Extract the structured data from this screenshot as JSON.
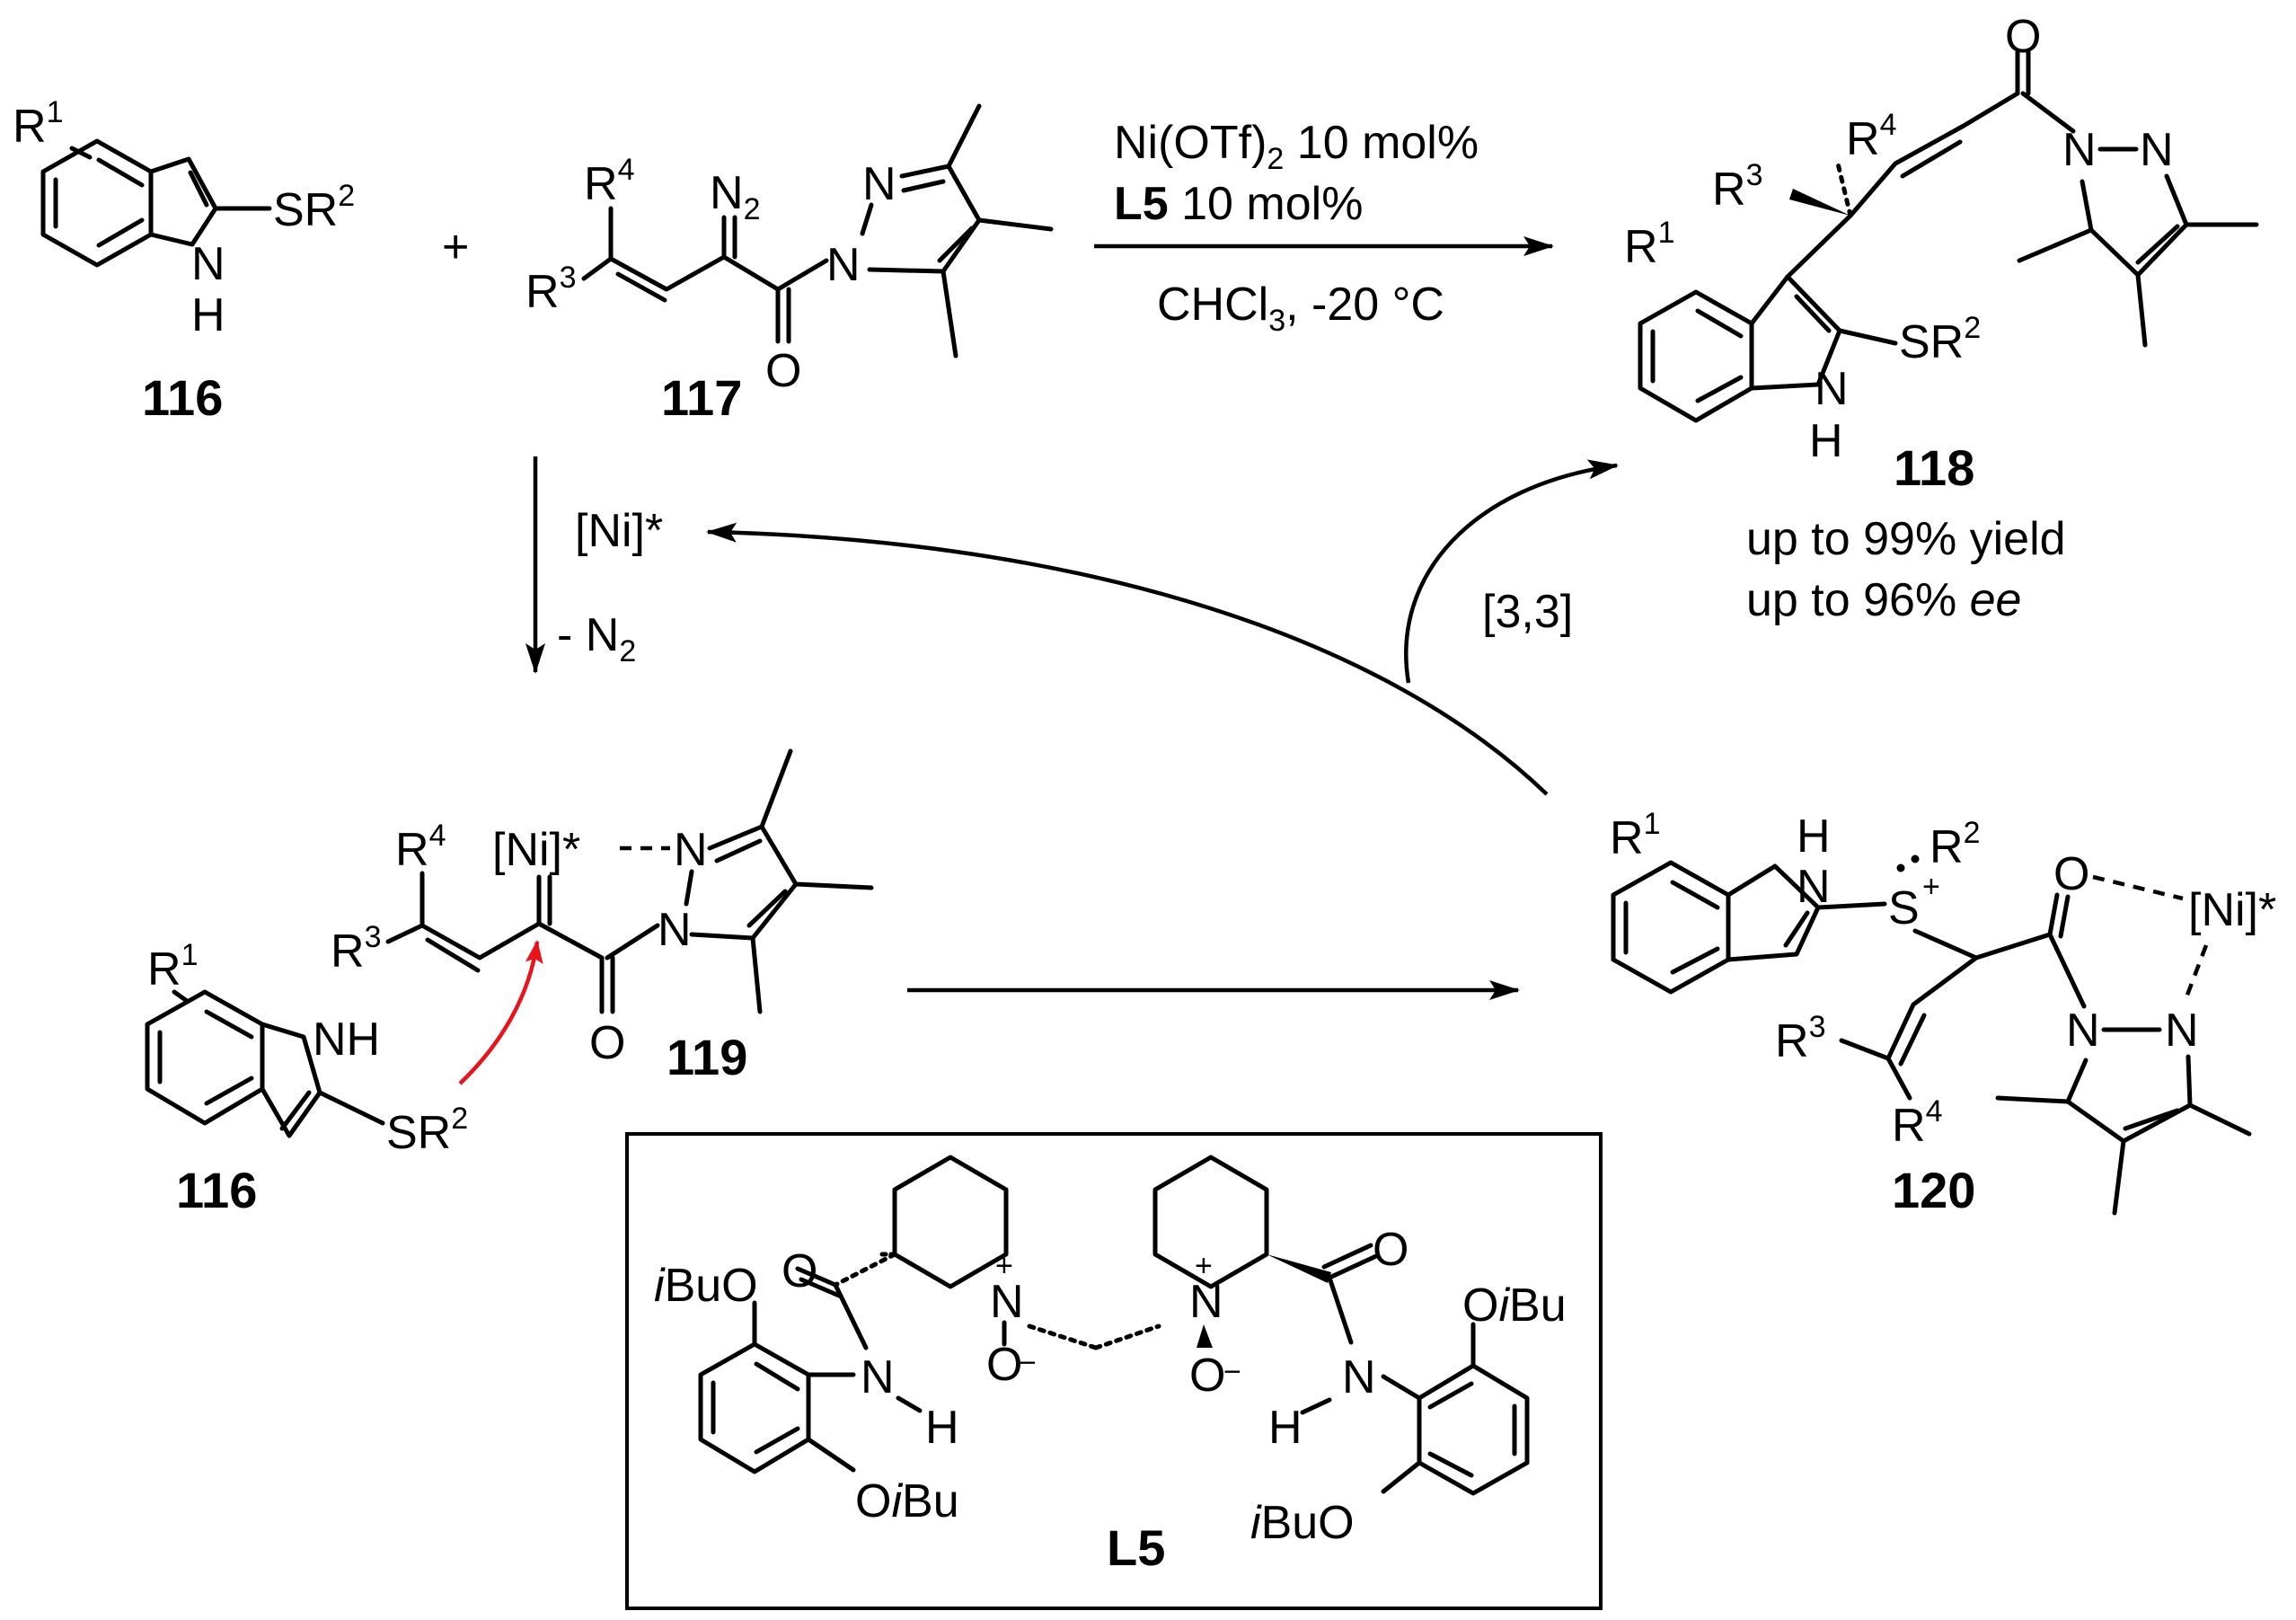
{
  "compounds": {
    "c116": "116",
    "c117": "117",
    "c118": "118",
    "c119": "119",
    "c116b": "116",
    "c120": "120",
    "ligand": "L5"
  },
  "conditions": {
    "catalyst": "Ni(OTf)",
    "catalyst_sub": "2",
    "catalyst_loading": " 10 mol%",
    "ligand": "L5",
    "ligand_loading": " 10 mol%",
    "solvent": "CHCl",
    "solvent_sub": "3",
    "temperature": ", -20 °C"
  },
  "results": {
    "yield": "up to 99% yield",
    "ee_prefix": "up to 96% ",
    "ee_italic": "ee"
  },
  "arrows": {
    "catalyst_label": "[Ni]*",
    "n2_label": "- N",
    "n2_sub": "2",
    "rearrangement": "[3,3]"
  },
  "atoms": {
    "R": "R",
    "sup1": "1",
    "sup2": "2",
    "sup3": "3",
    "sup4": "4",
    "N": "N",
    "O": "O",
    "H": "H",
    "NH": "NH",
    "SR": "SR",
    "S": "S",
    "N2": "N",
    "N2_sub": "2",
    "Ni": "[Ni]*",
    "plus": "+",
    "minus": "−",
    "iBu_i": "i",
    "iBu": "Bu",
    "O_iBu_O": "O",
    "reaction_plus": "+"
  },
  "colors": {
    "ink": "#000000",
    "curved_arrow": "#e8141c"
  }
}
